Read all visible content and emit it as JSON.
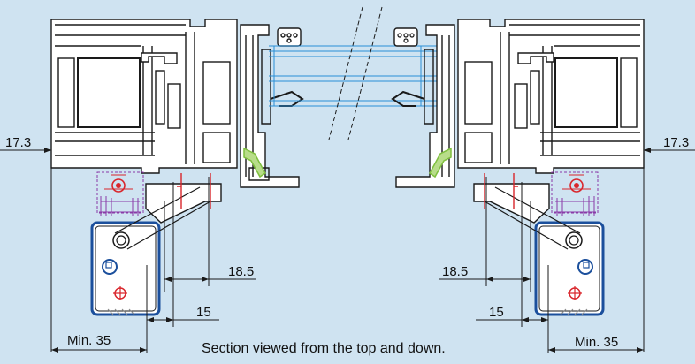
{
  "dimensions": {
    "left_offset": "17.3",
    "right_offset": "17.3",
    "left_18_5": "18.5",
    "right_18_5": "18.5",
    "left_15": "15",
    "right_15": "15",
    "left_min": "Min. 35",
    "right_min": "Min. 35"
  },
  "caption": "Section viewed from the top and  down.",
  "colors": {
    "background": "#cfe3f1",
    "profile_stroke": "#1a1a1a",
    "glass": "#2a8fd6",
    "hardware": "#8a3aa8",
    "accent_red": "#d9262c",
    "gasket_green": "#7fbf3f",
    "bracket_blue": "#1b4f9c"
  }
}
